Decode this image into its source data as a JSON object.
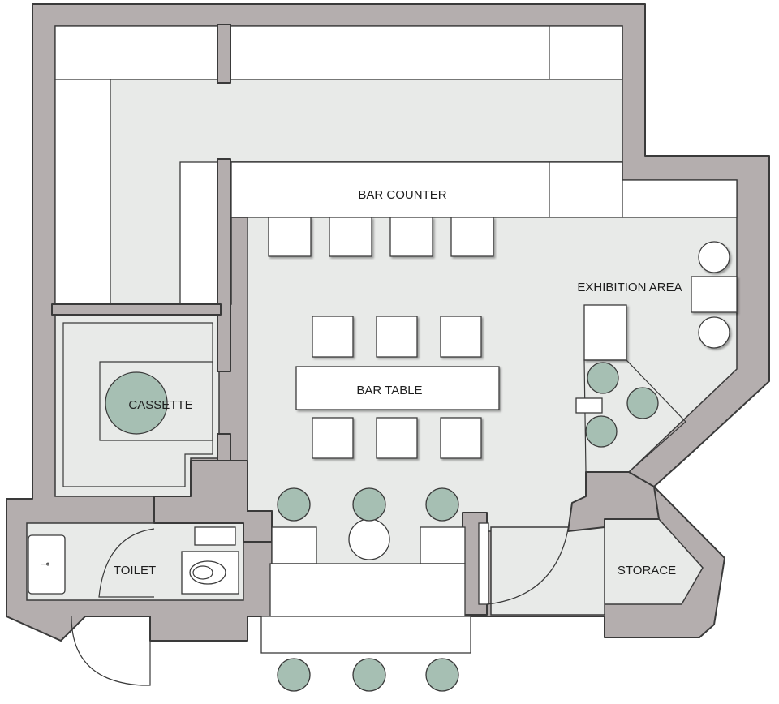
{
  "labels": {
    "bar_counter": "BAR COUNTER",
    "exhibition_area": "EXHIBITION AREA",
    "bar_table": "BAR TABLE",
    "cassette": "CASSETTE",
    "toilet": "TOILET",
    "storage": "STORACE"
  },
  "colors": {
    "wall": "#b4aeae",
    "floor": "#e8eae8",
    "furniture": "#ffffff",
    "stool": "#a6bfb3",
    "outline": "#3a3a3a"
  }
}
